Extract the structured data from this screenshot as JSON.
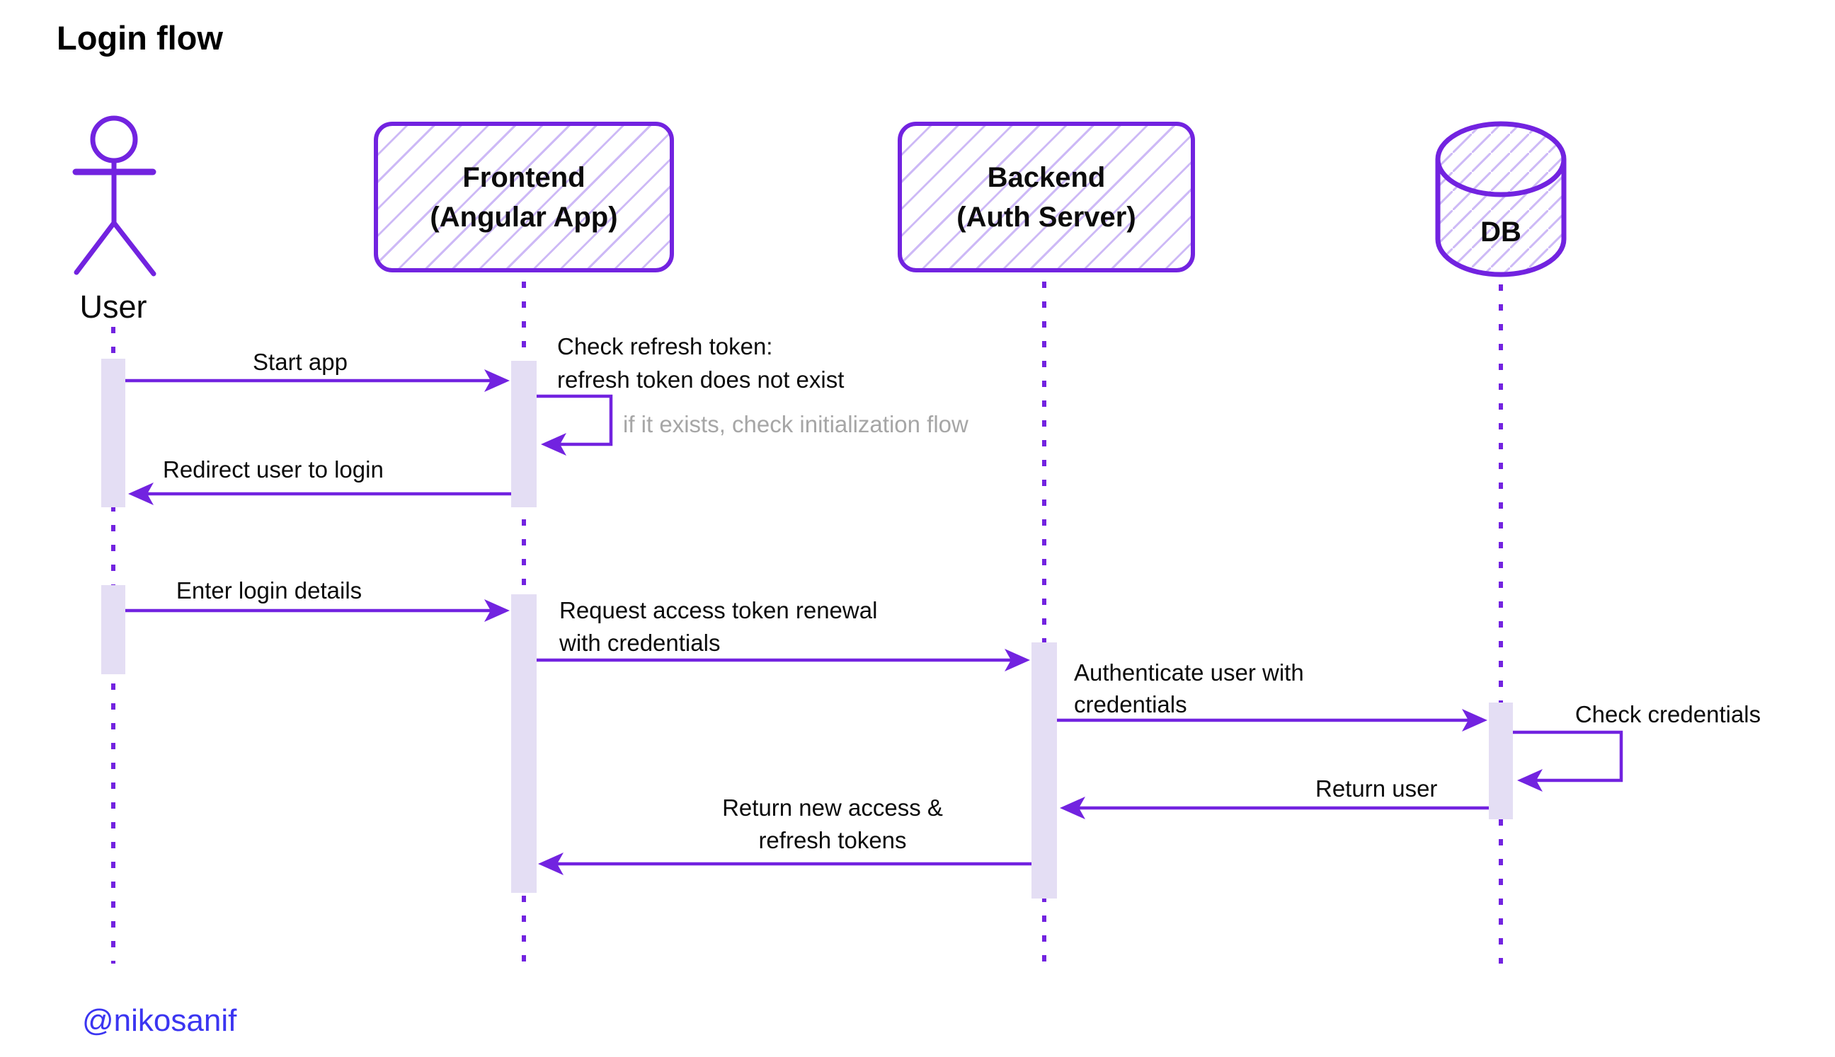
{
  "title": "Login flow",
  "attribution": "@nikosanif",
  "actors": [
    {
      "id": "user",
      "label": "User",
      "type": "person"
    },
    {
      "id": "frontend",
      "line1": "Frontend",
      "line2": "(Angular App)",
      "type": "box"
    },
    {
      "id": "backend",
      "line1": "Backend",
      "line2": "(Auth Server)",
      "type": "box"
    },
    {
      "id": "db",
      "label": "DB",
      "type": "database"
    }
  ],
  "messages": [
    {
      "label": "Start app",
      "from": "User",
      "to": "Frontend"
    },
    {
      "line1": "Check refresh token:",
      "line2": "refresh token does not exist",
      "note": "if it exists, check initialization flow",
      "from": "Frontend",
      "to": "Frontend"
    },
    {
      "label": "Redirect user to login",
      "from": "Frontend",
      "to": "User"
    },
    {
      "label": "Enter login details",
      "from": "User",
      "to": "Frontend"
    },
    {
      "line1": "Request access token renewal",
      "line2": "with credentials",
      "from": "Frontend",
      "to": "Backend"
    },
    {
      "line1": "Authenticate user with",
      "line2": "credentials",
      "from": "Backend",
      "to": "DB"
    },
    {
      "label": "Check credentials",
      "from": "DB",
      "to": "DB"
    },
    {
      "label": "Return user",
      "from": "DB",
      "to": "Backend"
    },
    {
      "line1": "Return new access &",
      "line2": "refresh tokens",
      "from": "Backend",
      "to": "Frontend"
    }
  ],
  "colors": {
    "stroke": "#7223e0",
    "hatch": "#cdb9f6",
    "activation_fill": "#e4def4",
    "note_gray": "#a6a6a6",
    "attribution_blue": "#3b35f1",
    "text": "#0b0b0b"
  }
}
